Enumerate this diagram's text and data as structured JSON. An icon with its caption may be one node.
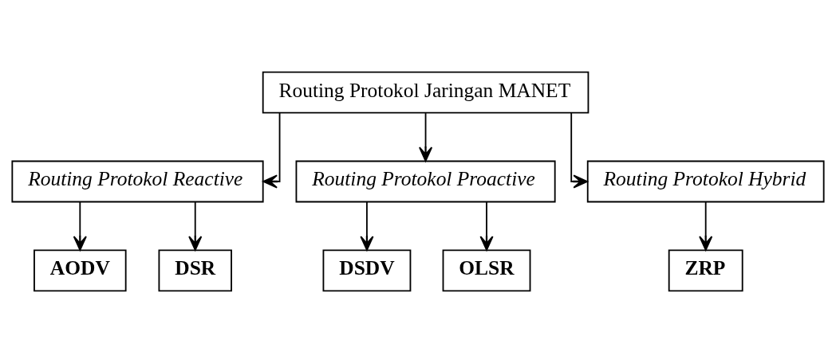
{
  "diagram": {
    "nodes": [
      {
        "text": [
          "Routing Protokol Jaringan MANET"
        ]
      },
      {
        "text": [
          "Routing Protokol Reactive"
        ]
      },
      {
        "text": [
          "Routing Protokol Proactive"
        ]
      },
      {
        "text": [
          "Routing Protokol Hybrid"
        ]
      },
      {
        "text": [
          "AODV"
        ]
      },
      {
        "text": [
          "DSR"
        ]
      },
      {
        "text": [
          "DSDV"
        ]
      },
      {
        "text": [
          "OLSR"
        ]
      },
      {
        "text": [
          "ZRP"
        ]
      }
    ],
    "edges": [
      {
        "from": 0,
        "to": 1,
        "arrow": "to"
      },
      {
        "from": 0,
        "to": 2,
        "arrow": "to"
      },
      {
        "from": 0,
        "to": 3,
        "arrow": "to"
      },
      {
        "from": 1,
        "to": 4,
        "arrow": "to"
      },
      {
        "from": 1,
        "to": 5,
        "arrow": "to"
      },
      {
        "from": 2,
        "to": 6,
        "arrow": "to"
      },
      {
        "from": 2,
        "to": 7,
        "arrow": "to"
      },
      {
        "from": 3,
        "to": 8,
        "arrow": "to"
      }
    ]
  }
}
